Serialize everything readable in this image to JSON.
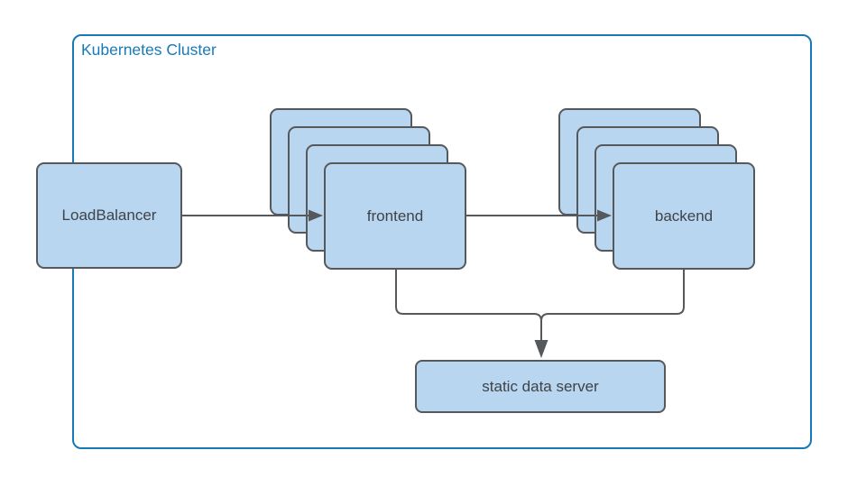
{
  "diagram": {
    "title": "Kubernetes Cluster",
    "nodes": {
      "load_balancer": {
        "label": "LoadBalancer"
      },
      "frontend": {
        "label": "frontend",
        "replicas_shown": 4
      },
      "backend": {
        "label": "backend",
        "replicas_shown": 4
      },
      "static_data_server": {
        "label": "static data server"
      }
    },
    "edges": [
      {
        "from": "LoadBalancer",
        "to": "frontend",
        "style": "arrow"
      },
      {
        "from": "frontend",
        "to": "backend",
        "style": "arrow"
      },
      {
        "from": "frontend",
        "to": "static data server",
        "style": "merged-arrow"
      },
      {
        "from": "backend",
        "to": "static data server",
        "style": "merged-arrow"
      }
    ],
    "colors": {
      "background": "#ffffff",
      "cluster_border": "#177ab7",
      "cluster_title": "#177ab7",
      "node_fill": "#b8d6f0",
      "node_border": "#56595c",
      "connector": "#56595c",
      "label_text": "#3f4347"
    }
  }
}
